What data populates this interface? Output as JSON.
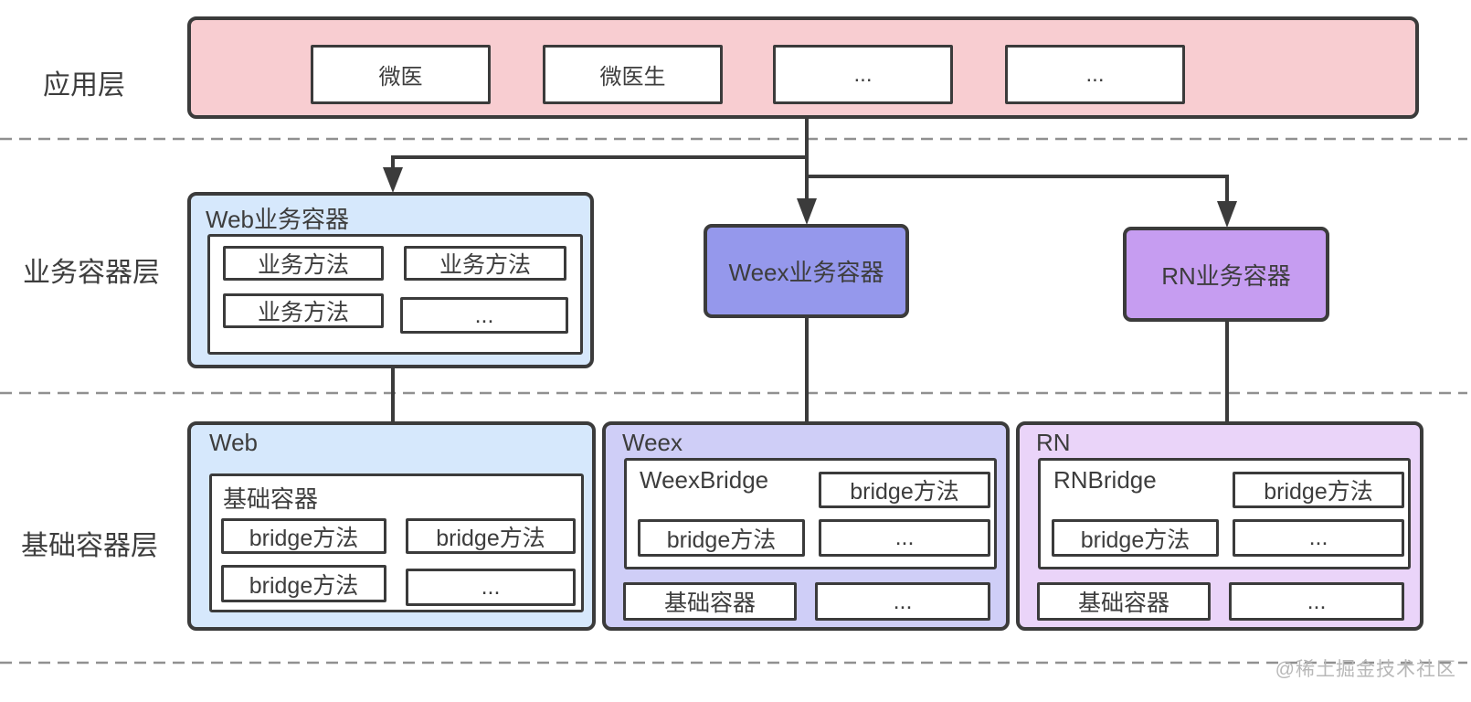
{
  "colors": {
    "line": "#3b3b3b",
    "separator": "#909090",
    "application_band": "#f8cdd1",
    "web_blue": "#d6e8fc",
    "weex_periwinkle": "#9598ec",
    "rn_purple": "#c69df1",
    "base_weex_lavender": "#cfcef7",
    "base_rn_light_purple": "#ead4f9"
  },
  "layers": {
    "application": {
      "label": "应用层",
      "apps": [
        "微医",
        "微医生",
        "...",
        "..."
      ]
    },
    "business": {
      "label": "业务容器层",
      "web": {
        "title": "Web业务容器",
        "methods": [
          "业务方法",
          "业务方法",
          "业务方法",
          "..."
        ]
      },
      "weex": {
        "title": "Weex业务容器"
      },
      "rn": {
        "title": "RN业务容器"
      }
    },
    "base": {
      "label": "基础容器层",
      "web": {
        "title": "Web",
        "container": {
          "title": "基础容器",
          "methods": [
            "bridge方法",
            "bridge方法",
            "bridge方法",
            "..."
          ]
        }
      },
      "weex": {
        "title": "Weex",
        "bridge": {
          "title": "WeexBridge",
          "methods": [
            "bridge方法",
            "bridge方法",
            "..."
          ]
        },
        "footer": [
          "基础容器",
          "..."
        ]
      },
      "rn": {
        "title": "RN",
        "bridge": {
          "title": "RNBridge",
          "methods": [
            "bridge方法",
            "bridge方法",
            "..."
          ]
        },
        "footer": [
          "基础容器",
          "..."
        ]
      }
    }
  },
  "watermark": "@稀土掘金技术社区"
}
